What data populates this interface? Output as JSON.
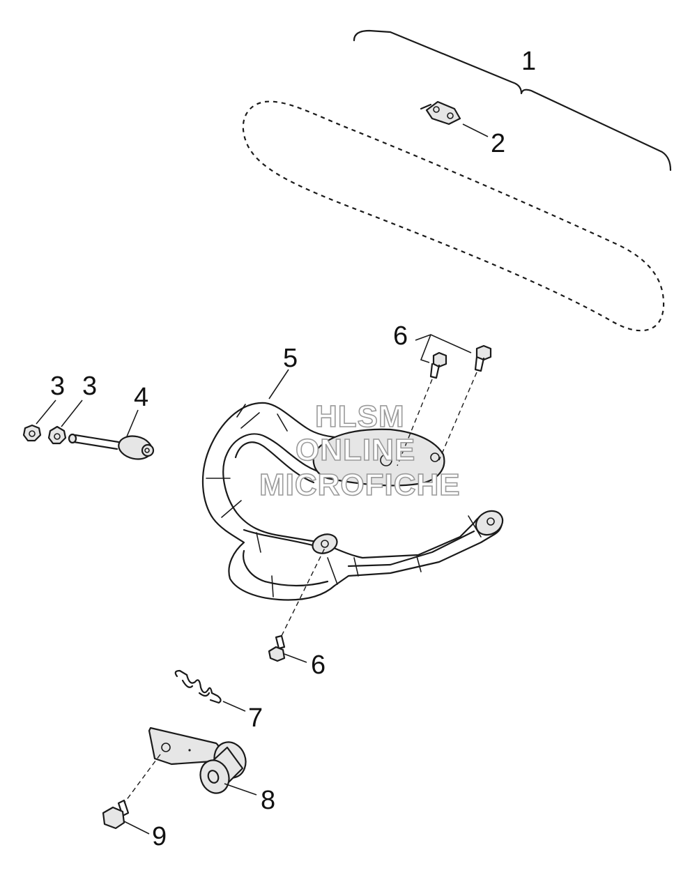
{
  "callouts": {
    "c1": "1",
    "c2": "2",
    "c3a": "3",
    "c3b": "3",
    "c4": "4",
    "c5": "5",
    "c6a": "6",
    "c6b": "6",
    "c7": "7",
    "c8": "8",
    "c9": "9"
  },
  "watermark": {
    "line1": "HLSM",
    "line2": "ONLINE",
    "line3": "MICROFICHE"
  },
  "colors": {
    "line": "#1a1a1a",
    "part_fill": "#e6e6e6",
    "watermark_outline": "#9a9a9a"
  }
}
